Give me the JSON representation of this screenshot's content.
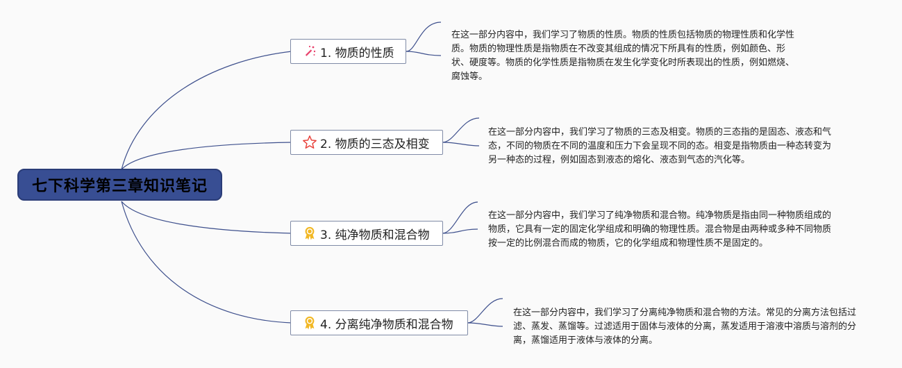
{
  "root": {
    "title": "七下科学第三章知识笔记"
  },
  "topics": [
    {
      "label": "1. 物质的性质",
      "icon": "sparkle-icon",
      "note": "在这一部分内容中，我们学习了物质的性质。物质的性质包括物质的物理性质和化学性质。物质的物理性质是指物质在不改变其组成的情况下所具有的性质，例如颜色、形状、硬度等。物质的化学性质是指物质在发生化学变化时所表现出的性质，例如燃烧、腐蚀等。"
    },
    {
      "label": "2. 物质的三态及相变",
      "icon": "star-icon",
      "note": "在这一部分内容中，我们学习了物质的三态及相变。物质的三态指的是固态、液态和气态，不同的物质在不同的温度和压力下会呈现不同的态。相变是指物质由一种态转变为另一种态的过程，例如固态到液态的熔化、液态到气态的汽化等。"
    },
    {
      "label": "3. 纯净物质和混合物",
      "icon": "award-ribbon-icon",
      "note": "在这一部分内容中，我们学习了纯净物质和混合物。纯净物质是指由同一种物质组成的物质，它具有一定的固定化学组成和明确的物理性质。混合物是由两种或多种不同物质按一定的比例混合而成的物质，它的化学组成和物理性质不是固定的。"
    },
    {
      "label": "4. 分离纯净物质和混合物",
      "icon": "award-ribbon-icon",
      "note": "在这一部分内容中，我们学习了分离纯净物质和混合物的方法。常见的分离方法包括过滤、蒸发、蒸馏等。过滤适用于固体与液体的分离，蒸发适用于溶液中溶质与溶剂的分离，蒸馏适用于液体与液体的分离。"
    }
  ],
  "colors": {
    "root_fill": "#384e93",
    "connector": "#3d4f8c",
    "topic_border": "#7f8aa6",
    "sparkle": "#e8416b",
    "star": "#e8413b",
    "award": "#f2b824"
  }
}
